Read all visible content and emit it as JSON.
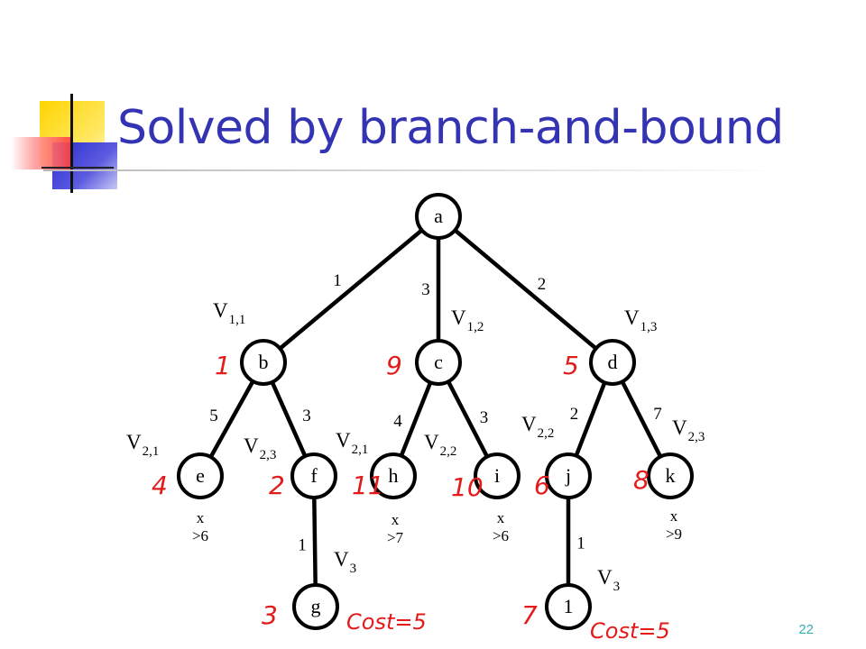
{
  "slide": {
    "title": "Solved by branch-and-bound",
    "page_number": "22",
    "colors": {
      "title": "#3333b3",
      "annotation": "#e31b1b",
      "page_number": "#33b0b0"
    }
  },
  "tree": {
    "nodes": [
      {
        "id": "a",
        "label": "a"
      },
      {
        "id": "b",
        "label": "b",
        "var": "V",
        "sub": "1,1",
        "annotation": "1"
      },
      {
        "id": "c",
        "label": "c",
        "var": "V",
        "sub": "1,2",
        "annotation": "9"
      },
      {
        "id": "d",
        "label": "d",
        "var": "V",
        "sub": "1,3",
        "annotation": "5"
      },
      {
        "id": "e",
        "label": "e",
        "var": "V",
        "sub": "2,1",
        "annotation": "4",
        "bound_mark": "x",
        "bound": ">6"
      },
      {
        "id": "f",
        "label": "f",
        "var": "V",
        "sub": "2,3",
        "annotation": "2"
      },
      {
        "id": "h",
        "label": "h",
        "var": "V",
        "sub": "2,1",
        "annotation": "11",
        "bound_mark": "x",
        "bound": ">7"
      },
      {
        "id": "i",
        "label": "i",
        "var": "V",
        "sub": "2,2",
        "annotation": "10",
        "bound_mark": "x",
        "bound": ">6"
      },
      {
        "id": "j",
        "label": "j",
        "var": "V",
        "sub": "2,2",
        "annotation": "6"
      },
      {
        "id": "k",
        "label": "k",
        "var": "V",
        "sub": "2,3",
        "annotation": "8",
        "bound_mark": "x",
        "bound": ">9"
      },
      {
        "id": "g",
        "label": "g",
        "var": "V",
        "sub": "",
        "annotation": "3",
        "cost": "Cost=5"
      },
      {
        "id": "l",
        "label": "1",
        "var": "V",
        "sub": "",
        "annotation": "7",
        "cost": "Cost=5"
      }
    ],
    "edges": [
      {
        "from": "a",
        "to": "b",
        "weight": "1"
      },
      {
        "from": "a",
        "to": "c",
        "weight": "3"
      },
      {
        "from": "a",
        "to": "d",
        "weight": "2"
      },
      {
        "from": "b",
        "to": "e",
        "weight": "5"
      },
      {
        "from": "b",
        "to": "f",
        "weight": "3"
      },
      {
        "from": "c",
        "to": "h",
        "weight": "4"
      },
      {
        "from": "c",
        "to": "i",
        "weight": "3"
      },
      {
        "from": "d",
        "to": "j",
        "weight": "2"
      },
      {
        "from": "d",
        "to": "k",
        "weight": "7"
      },
      {
        "from": "f",
        "to": "g",
        "weight": "1"
      },
      {
        "from": "j",
        "to": "l",
        "weight": "1"
      }
    ],
    "level3_sub": "3"
  }
}
